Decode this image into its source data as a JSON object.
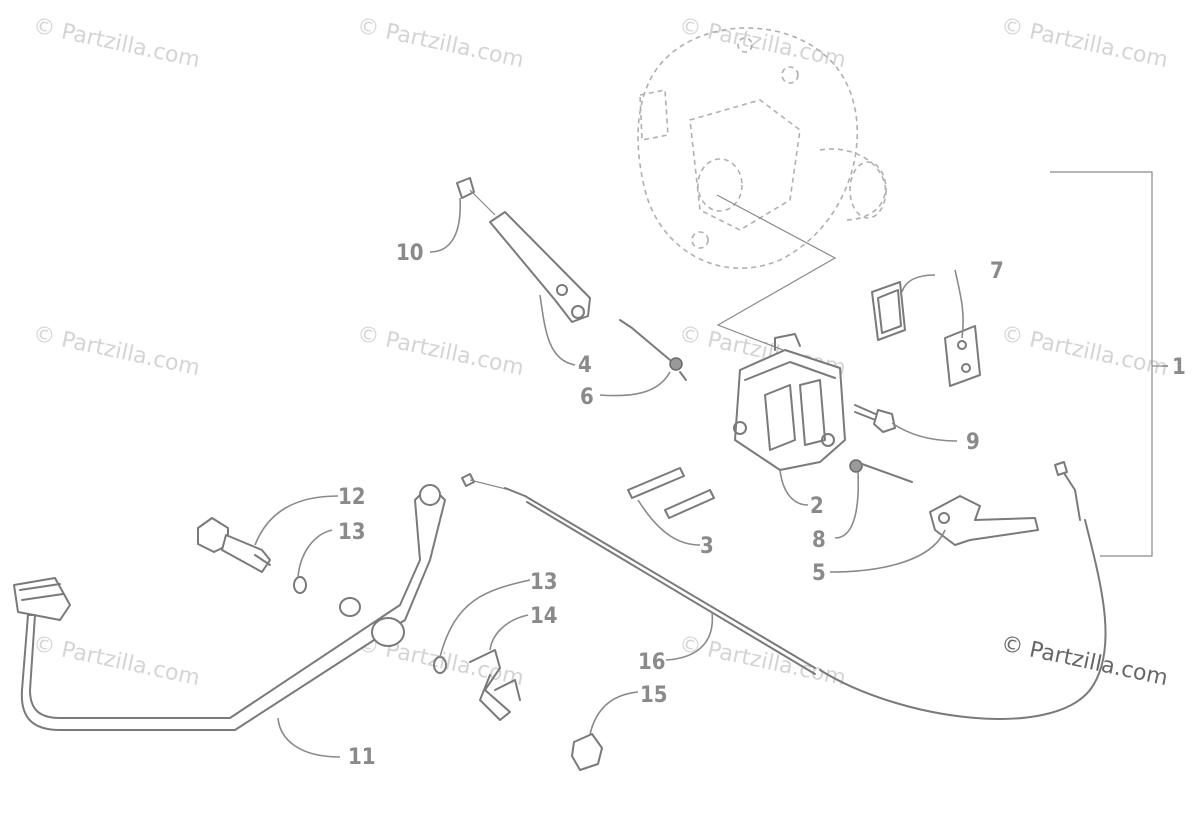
{
  "diagram": {
    "callouts": [
      "1",
      "2",
      "3",
      "4",
      "5",
      "6",
      "7",
      "8",
      "9",
      "10",
      "11",
      "12",
      "13",
      "13",
      "14",
      "15",
      "16"
    ],
    "watermarks": [
      "© Partzilla.com",
      "© Partzilla.com",
      "© Partzilla.com",
      "© Partzilla.com",
      "© Partzilla.com",
      "© Partzilla.com",
      "© Partzilla.com",
      "© Partzilla.com",
      "© Partzilla.com",
      "© Partzilla.com",
      "© Partzilla.com"
    ],
    "main_watermark": "© Partzilla.com",
    "colors": {
      "line": "#7a7a7a",
      "label": "#8a8a8a",
      "watermark": "#d4d4d4"
    }
  }
}
